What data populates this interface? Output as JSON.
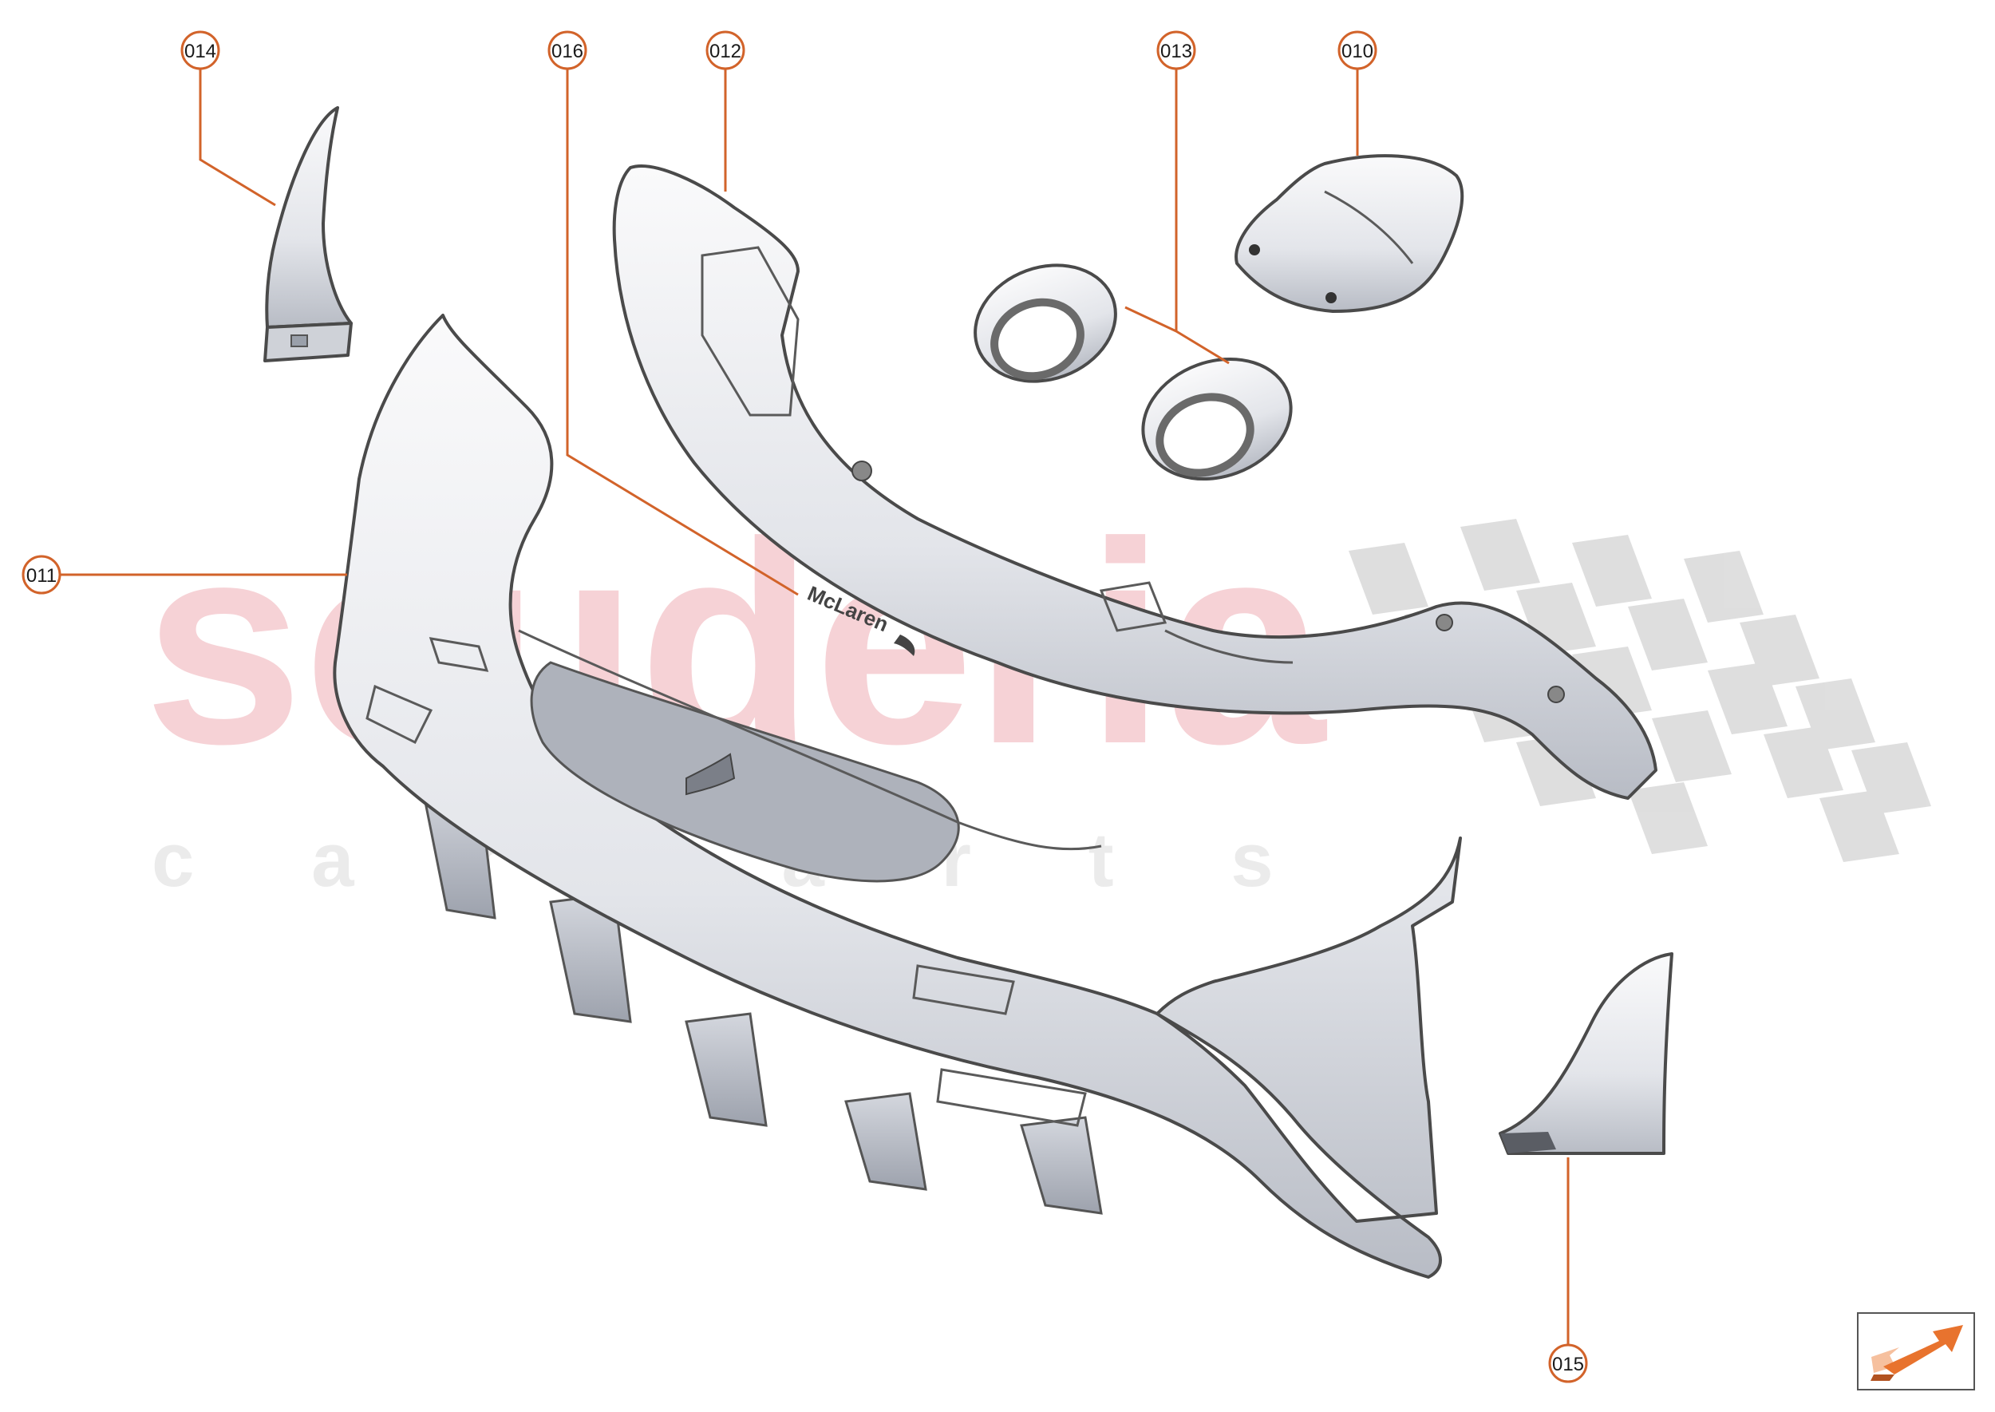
{
  "callouts": [
    {
      "id": "014",
      "label": "014"
    },
    {
      "id": "016",
      "label": "016"
    },
    {
      "id": "012",
      "label": "012"
    },
    {
      "id": "013",
      "label": "013"
    },
    {
      "id": "010",
      "label": "010"
    },
    {
      "id": "011",
      "label": "011"
    },
    {
      "id": "015",
      "label": "015"
    }
  ],
  "watermark": {
    "brand": "scuderia",
    "tagline": "c a r   p a r t s"
  },
  "logo_on_part": "McLaren",
  "colors": {
    "leader": "#d2632a",
    "callout_border": "#d2632a",
    "part_fill": "#e6e8ec",
    "part_shadow": "#b9bcc4",
    "watermark_red": "#f6d2d6",
    "watermark_gray": "#ececec",
    "checker": "#d4d4d4",
    "nav_arrow": "#e8732e"
  },
  "nav_button": {
    "icon": "forward-arrow-icon"
  }
}
